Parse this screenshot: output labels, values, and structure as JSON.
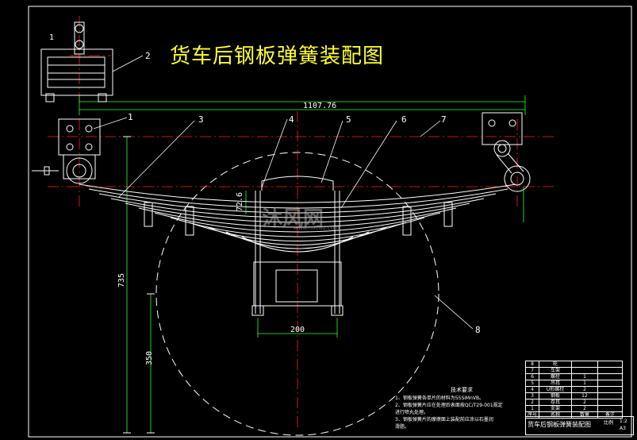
{
  "drawing": {
    "title": "货车后钢板弹簧装配图"
  },
  "dimensions": {
    "overall_length": "1107.76",
    "height_735": "735",
    "height_350": "350",
    "width_200": "200",
    "offset_72_6": "72.6",
    "detail_1": "1"
  },
  "callouts": [
    "1",
    "2",
    "3",
    "4",
    "5",
    "6",
    "7",
    "8"
  ],
  "tech_requirements": {
    "heading": "技术要求",
    "lines": [
      "1、钢板弹簧各单片的材料为55SiMnVB。",
      "2、钢板弹簧片应在处理后表面按QC/T29-001规定",
      "   进行喷丸处理。",
      "3、钢板弹簧片的摩擦面上装配前应涂以石墨润",
      "   滑脂。"
    ]
  },
  "bom": {
    "rows": [
      [
        "8",
        "轮",
        "",
        ""
      ],
      [
        "7",
        "车架",
        "",
        ""
      ],
      [
        "6",
        "螺栓",
        "1",
        ""
      ],
      [
        "5",
        "吊耳",
        "1",
        ""
      ],
      [
        "4",
        "U形螺栓",
        "2",
        ""
      ],
      [
        "3",
        "钢板",
        "12",
        ""
      ],
      [
        "2",
        "卷耳",
        "2",
        ""
      ],
      [
        "1",
        "支架",
        "2",
        ""
      ]
    ],
    "header": [
      "序号",
      "名称",
      "数量",
      "备注"
    ]
  },
  "title_block": {
    "name": "货车后钢板弹簧装配图",
    "scale_label": "比例",
    "scale": "1:2",
    "sheet": "A3"
  },
  "watermark": {
    "text": "沐风网",
    "url": "www.mfcad.com"
  },
  "colors": {
    "background": "#000000",
    "title": "#ffff33",
    "lines": "#ffffff",
    "center_lines": "#ff2020",
    "dim_lines": "#33ff33",
    "parts": "#ffffff"
  }
}
